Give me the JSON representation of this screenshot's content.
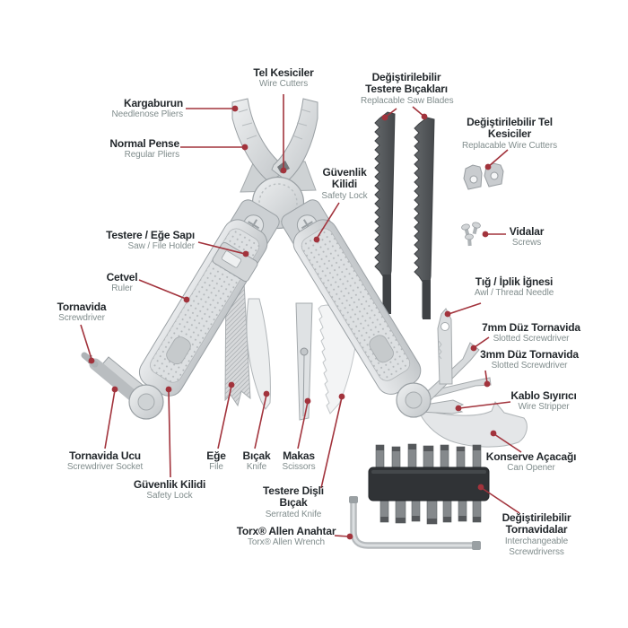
{
  "diagram": {
    "subject": "multitool-parts-diagram",
    "language_pair": [
      "Turkish",
      "English"
    ]
  },
  "colors": {
    "background": "#ffffff",
    "connector_red": "#a2333c",
    "label_primary": "#23282c",
    "label_secondary": "#818d8d",
    "metal_light": "#e9ebec",
    "metal_mid": "#c6cacd",
    "blade_dark": "#54585b",
    "bit_holder_dark": "#303336"
  },
  "labels": {
    "wire_cutters": {
      "tr": "Tel Kesiciler",
      "en": "Wire Cutters"
    },
    "needlenose_pliers": {
      "tr": "Kargaburun",
      "en": "Needlenose Pliers"
    },
    "regular_pliers": {
      "tr": "Normal Pense",
      "en": "Regular Pliers"
    },
    "replaceable_saw_blades": {
      "tr": "Değiştirilebilir Testere Bıçakları",
      "en": "Replacable Saw Blades"
    },
    "replaceable_wire_cutters": {
      "tr": "Değiştirilebilir Tel Kesiciler",
      "en": "Replacable Wire Cutters"
    },
    "safety_lock_top": {
      "tr": "Güvenlik Kilidi",
      "en": "Safety Lock"
    },
    "screws": {
      "tr": "Vidalar",
      "en": "Screws"
    },
    "saw_file_holder": {
      "tr": "Testere / Eğe Sapı",
      "en": "Saw / File Holder"
    },
    "ruler": {
      "tr": "Cetvel",
      "en": "Ruler"
    },
    "screwdriver": {
      "tr": "Tornavida",
      "en": "Screwdriver"
    },
    "awl_thread_needle": {
      "tr": "Tığ / İplik İğnesi",
      "en": "Awl / Thread Needle"
    },
    "slotted_7mm": {
      "tr": "7mm Düz Tornavida",
      "en": "Slotted Screwdriver"
    },
    "slotted_3mm": {
      "tr": "3mm Düz Tornavida",
      "en": "Slotted Screwdriver"
    },
    "wire_stripper": {
      "tr": "Kablo Sıyırıcı",
      "en": "Wire Stripper"
    },
    "screwdriver_socket": {
      "tr": "Tornavida Ucu",
      "en": "Screwdriver Socket"
    },
    "safety_lock_bottom": {
      "tr": "Güvenlik Kilidi",
      "en": "Safety Lock"
    },
    "file": {
      "tr": "Eğe",
      "en": "File"
    },
    "knife": {
      "tr": "Bıçak",
      "en": "Knife"
    },
    "scissors": {
      "tr": "Makas",
      "en": "Scissors"
    },
    "serrated_knife": {
      "tr": "Testere Dişli Bıçak",
      "en": "Serrated Knife"
    },
    "torx_allen_wrench": {
      "tr": "Torx® Allen Anahtar",
      "en": "Torx® Allen Wrench"
    },
    "can_opener": {
      "tr": "Konserve Açacağı",
      "en": "Can Opener"
    },
    "interchangeable_screwdrivers": {
      "tr": "Değiştirilebilir Tornavidalar",
      "en": "Interchangeable Screwdriverss"
    }
  }
}
